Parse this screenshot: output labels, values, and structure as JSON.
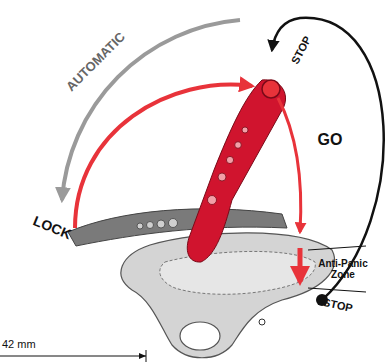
{
  "diagram": {
    "labels": [
      "AUTOMATIC",
      "STOP",
      "GO",
      "LOCK",
      "Anti-Panic Zone",
      "STOP",
      "42 mm"
    ]
  }
}
